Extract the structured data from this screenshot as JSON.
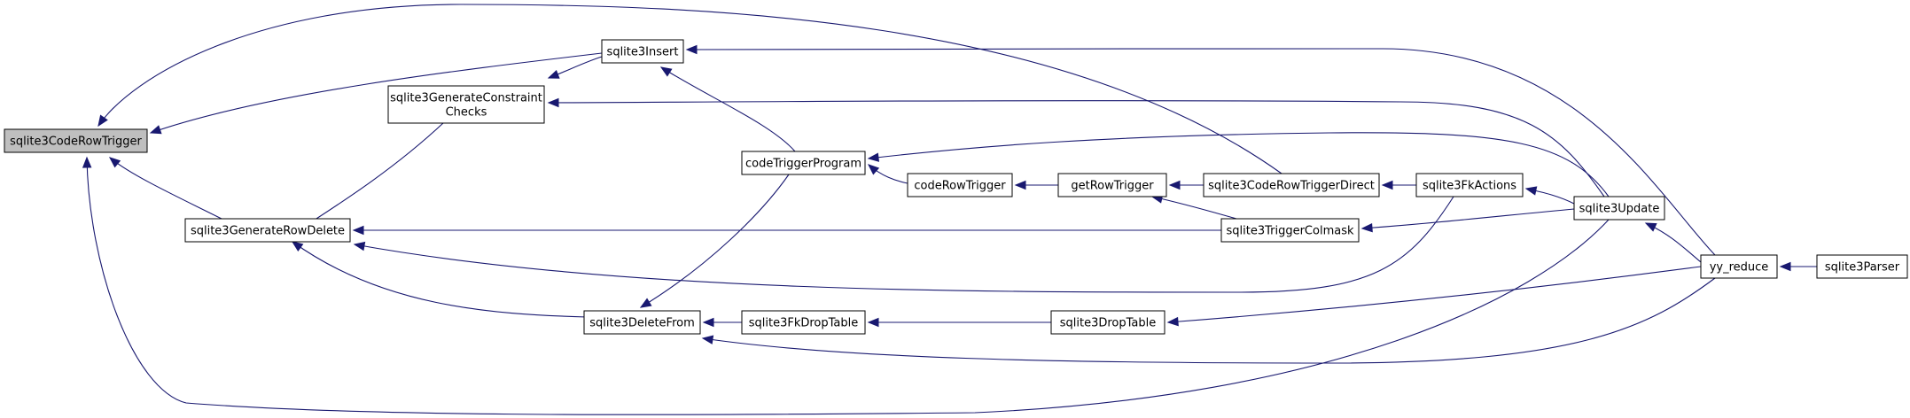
{
  "nodes": [
    {
      "id": "sqlite3CodeRowTrigger",
      "lines": [
        "sqlite3CodeRowTrigger"
      ],
      "root": true
    },
    {
      "id": "sqlite3GenerateRowDelete",
      "lines": [
        "sqlite3GenerateRowDelete"
      ]
    },
    {
      "id": "sqlite3GenerateConstraintChecks",
      "lines": [
        "sqlite3GenerateConstraint",
        "Checks"
      ]
    },
    {
      "id": "sqlite3Insert",
      "lines": [
        "sqlite3Insert"
      ]
    },
    {
      "id": "sqlite3DeleteFrom",
      "lines": [
        "sqlite3DeleteFrom"
      ]
    },
    {
      "id": "codeTriggerProgram",
      "lines": [
        "codeTriggerProgram"
      ]
    },
    {
      "id": "sqlite3FkDropTable",
      "lines": [
        "sqlite3FkDropTable"
      ]
    },
    {
      "id": "codeRowTrigger",
      "lines": [
        "codeRowTrigger"
      ]
    },
    {
      "id": "getRowTrigger",
      "lines": [
        "getRowTrigger"
      ]
    },
    {
      "id": "sqlite3DropTable",
      "lines": [
        "sqlite3DropTable"
      ]
    },
    {
      "id": "sqlite3CodeRowTriggerDirect",
      "lines": [
        "sqlite3CodeRowTriggerDirect"
      ]
    },
    {
      "id": "sqlite3TriggerColmask",
      "lines": [
        "sqlite3TriggerColmask"
      ]
    },
    {
      "id": "sqlite3FkActions",
      "lines": [
        "sqlite3FkActions"
      ]
    },
    {
      "id": "sqlite3Update",
      "lines": [
        "sqlite3Update"
      ]
    },
    {
      "id": "yy_reduce",
      "lines": [
        "yy_reduce"
      ]
    },
    {
      "id": "sqlite3Parser",
      "lines": [
        "sqlite3Parser"
      ]
    }
  ],
  "edges": [
    {
      "from": "sqlite3GenerateRowDelete",
      "to": "sqlite3CodeRowTrigger"
    },
    {
      "from": "sqlite3Insert",
      "to": "sqlite3CodeRowTrigger"
    },
    {
      "from": "sqlite3CodeRowTriggerDirect",
      "to": "sqlite3CodeRowTrigger"
    },
    {
      "from": "sqlite3Update",
      "to": "sqlite3CodeRowTrigger"
    },
    {
      "from": "sqlite3GenerateConstraintChecks",
      "to": "sqlite3GenerateRowDelete"
    },
    {
      "from": "sqlite3DeleteFrom",
      "to": "sqlite3GenerateRowDelete"
    },
    {
      "from": "sqlite3TriggerColmask",
      "to": "sqlite3GenerateRowDelete"
    },
    {
      "from": "sqlite3FkActions",
      "to": "sqlite3GenerateRowDelete"
    },
    {
      "from": "sqlite3Insert",
      "to": "sqlite3GenerateConstraintChecks"
    },
    {
      "from": "sqlite3Update",
      "to": "sqlite3GenerateConstraintChecks"
    },
    {
      "from": "yy_reduce",
      "to": "sqlite3Insert"
    },
    {
      "from": "codeTriggerProgram",
      "to": "sqlite3Insert"
    },
    {
      "from": "codeTriggerProgram",
      "to": "sqlite3DeleteFrom"
    },
    {
      "from": "sqlite3FkDropTable",
      "to": "sqlite3DeleteFrom"
    },
    {
      "from": "yy_reduce",
      "to": "sqlite3DeleteFrom"
    },
    {
      "from": "codeRowTrigger",
      "to": "codeTriggerProgram"
    },
    {
      "from": "sqlite3Update",
      "to": "codeTriggerProgram"
    },
    {
      "from": "sqlite3DropTable",
      "to": "sqlite3FkDropTable"
    },
    {
      "from": "getRowTrigger",
      "to": "codeRowTrigger"
    },
    {
      "from": "sqlite3CodeRowTriggerDirect",
      "to": "getRowTrigger"
    },
    {
      "from": "sqlite3TriggerColmask",
      "to": "getRowTrigger"
    },
    {
      "from": "yy_reduce",
      "to": "sqlite3DropTable"
    },
    {
      "from": "sqlite3FkActions",
      "to": "sqlite3CodeRowTriggerDirect"
    },
    {
      "from": "sqlite3Update",
      "to": "sqlite3TriggerColmask"
    },
    {
      "from": "sqlite3Update",
      "to": "sqlite3FkActions"
    },
    {
      "from": "yy_reduce",
      "to": "sqlite3Update"
    },
    {
      "from": "sqlite3Parser",
      "to": "yy_reduce"
    }
  ],
  "colors": {
    "edge": "#191970",
    "root_fill": "#bfbfbf",
    "node_fill": "#ffffff",
    "node_border": "#000000"
  }
}
